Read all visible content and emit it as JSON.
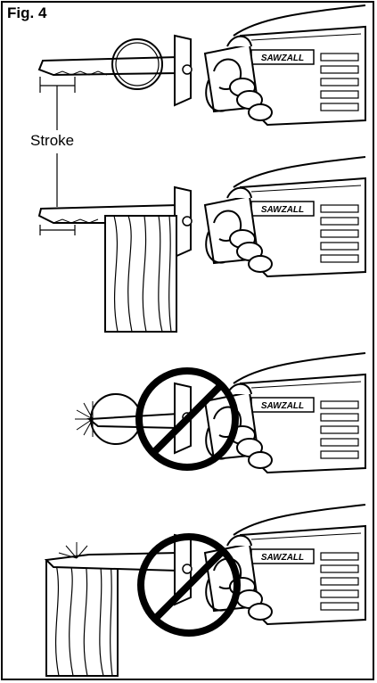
{
  "figure": {
    "label": "Fig. 4",
    "stroke_label": "Stroke",
    "brand_text": "SAWZALL"
  },
  "panels": [
    {
      "id": "blade-extended",
      "caption": ""
    },
    {
      "id": "cutting-wood",
      "caption": ""
    },
    {
      "id": "no-plunge-sparks",
      "caption": ""
    },
    {
      "id": "no-shoe-off-work",
      "caption": ""
    }
  ],
  "colors": {
    "ink": "#000000",
    "paper": "#ffffff"
  },
  "icons": [
    "saw-icon",
    "hand-icon",
    "wood-board-icon",
    "prohibition-icon",
    "spark-icon"
  ]
}
